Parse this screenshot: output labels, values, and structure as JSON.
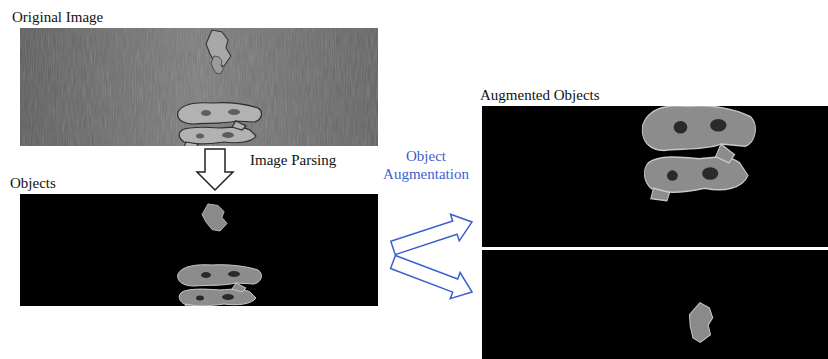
{
  "diagram": {
    "nodes": [
      {
        "text": [
          "Original Image"
        ]
      },
      {
        "text": [
          "Objects"
        ]
      },
      {
        "text": [
          "Augmented Objects"
        ]
      },
      {
        "text": []
      }
    ],
    "edges": [
      {
        "from": 0,
        "to": 1,
        "arrow": "to",
        "label": "Image Parsing"
      },
      {
        "from": 1,
        "to": 2,
        "arrow": "to",
        "label": "Object Augmentation"
      },
      {
        "from": 1,
        "to": 3,
        "arrow": "to"
      }
    ]
  }
}
